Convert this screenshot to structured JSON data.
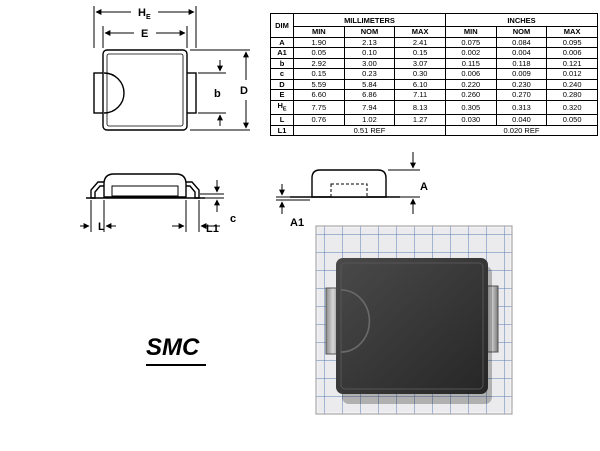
{
  "package_name": "SMC",
  "drawing_labels": {
    "top_he": "H",
    "top_he_sub": "E",
    "top_e": "E",
    "top_b": "b",
    "top_d": "D",
    "side_l": "L",
    "side_l1": "L1",
    "side_c": "c",
    "end_a": "A",
    "end_a1": "A1"
  },
  "table": {
    "dim_header": "DIM",
    "group_mm": "MILLIMETERS",
    "group_in": "INCHES",
    "col_min": "MIN",
    "col_nom": "NOM",
    "col_max": "MAX",
    "rows": [
      {
        "dim": "A",
        "sub": "",
        "mm": [
          "1.90",
          "2.13",
          "2.41"
        ],
        "in": [
          "0.075",
          "0.084",
          "0.095"
        ]
      },
      {
        "dim": "A1",
        "sub": "",
        "mm": [
          "0.05",
          "0.10",
          "0.15"
        ],
        "in": [
          "0.002",
          "0.004",
          "0.006"
        ]
      },
      {
        "dim": "b",
        "sub": "",
        "mm": [
          "2.92",
          "3.00",
          "3.07"
        ],
        "in": [
          "0.115",
          "0.118",
          "0.121"
        ]
      },
      {
        "dim": "c",
        "sub": "",
        "mm": [
          "0.15",
          "0.23",
          "0.30"
        ],
        "in": [
          "0.006",
          "0.009",
          "0.012"
        ]
      },
      {
        "dim": "D",
        "sub": "",
        "mm": [
          "5.59",
          "5.84",
          "6.10"
        ],
        "in": [
          "0.220",
          "0.230",
          "0.240"
        ]
      },
      {
        "dim": "E",
        "sub": "",
        "mm": [
          "6.60",
          "6.86",
          "7.11"
        ],
        "in": [
          "0.260",
          "0.270",
          "0.280"
        ]
      },
      {
        "dim": "H",
        "sub": "E",
        "mm": [
          "7.75",
          "7.94",
          "8.13"
        ],
        "in": [
          "0.305",
          "0.313",
          "0.320"
        ]
      },
      {
        "dim": "L",
        "sub": "",
        "mm": [
          "0.76",
          "1.02",
          "1.27"
        ],
        "in": [
          "0.030",
          "0.040",
          "0.050"
        ]
      }
    ],
    "l1_row": {
      "dim": "L1",
      "mm_ref": "0.51 REF",
      "in_ref": "0.020 REF"
    }
  }
}
